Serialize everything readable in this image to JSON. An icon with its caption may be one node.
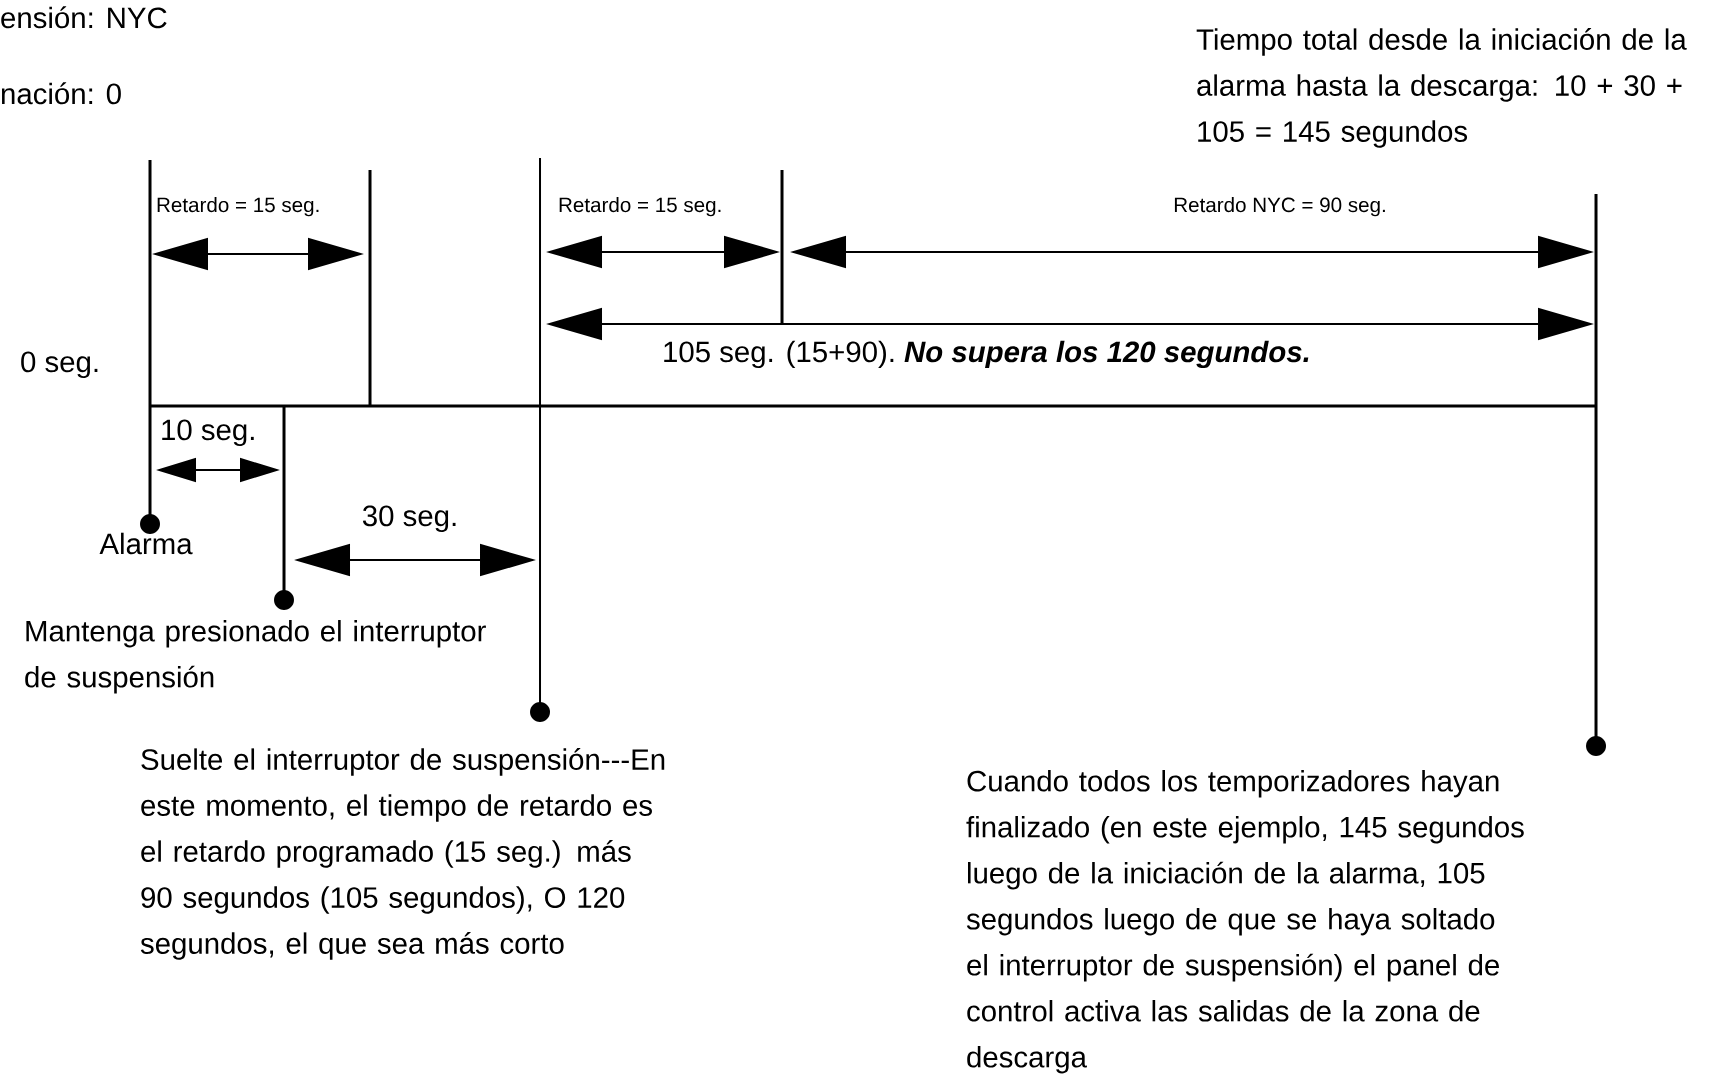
{
  "diagram": {
    "labels": [
      "ensión: NYC",
      "nación: 0",
      "Tiempo total desde la iniciación de la alarma hasta la descarga: 10 + 30 + 105 = 145 segundos",
      "Retardo = 15 seg.",
      "Retardo = 15 seg.",
      "Retardo NYC = 90 seg.",
      "0 seg.",
      "105 seg. (15+90).",
      "No supera los 120 segundos.",
      "10 seg.",
      "Alarma",
      "30 seg.",
      "Mantenga presionado el interruptor de suspensión",
      "Suelte el interruptor de suspensión---En este momento, el tiempo de retardo es el retardo programado (15 seg.) más 90 segundos (105 segundos), O 120 segundos, el que sea más corto",
      "Cuando todos los temporizadores hayan finalizado (en este ejemplo, 145 segundos luego de la iniciación de la alarma, 105 segundos luego de que se haya soltado el interruptor de suspensión) el panel de control activa las salidas de la zona de descarga"
    ]
  }
}
